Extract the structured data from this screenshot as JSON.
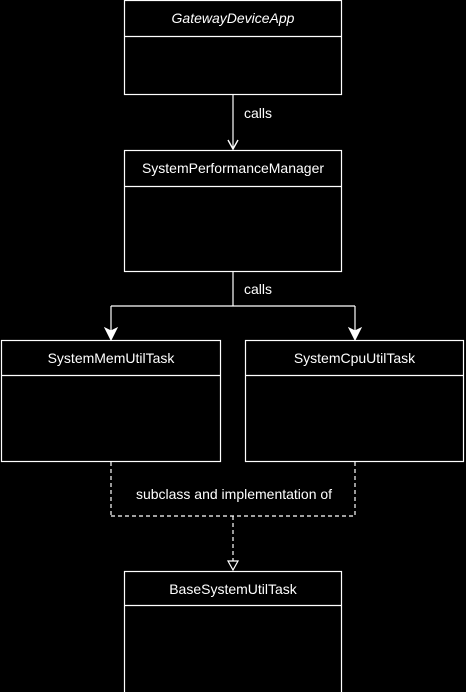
{
  "classes": {
    "gateway_device_app": "GatewayDeviceApp",
    "system_performance_manager": "SystemPerformanceManager",
    "system_mem_util_task": "SystemMemUtilTask",
    "system_cpu_util_task": "SystemCpuUtilTask",
    "base_system_util_task": "BaseSystemUtilTask"
  },
  "edges": {
    "app_to_manager": "calls",
    "manager_to_tasks": "calls",
    "tasks_to_base": "subclass and implementation of"
  },
  "colors": {
    "background": "#000000",
    "stroke": "#ffffff",
    "text": "#ffffff"
  }
}
